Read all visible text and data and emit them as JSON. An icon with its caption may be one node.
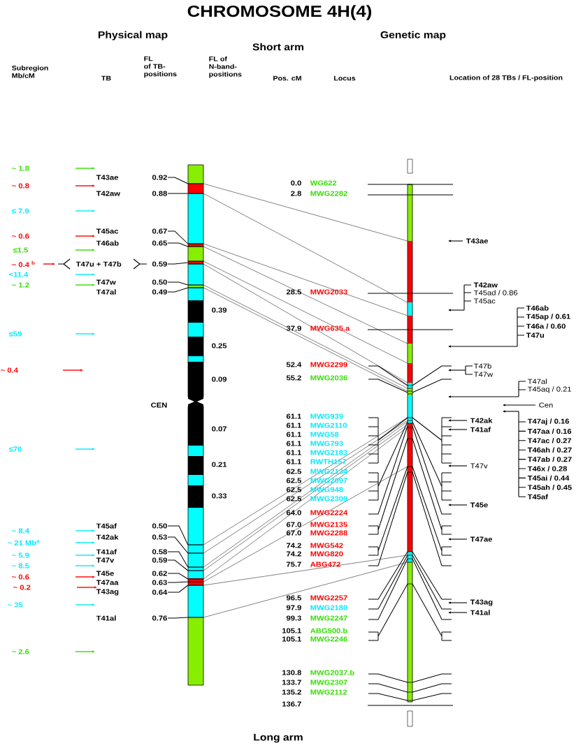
{
  "diagram": {
    "title": "CHROMOSOME 4H(4)",
    "nodes": [
      {
        "text": [],
        "shape": "bar"
      },
      {
        "text": [],
        "shape": "bar"
      },
      {
        "text": [
          "0.92"
        ]
      },
      {
        "text": [
          "0.88"
        ]
      },
      {
        "text": [
          "0.67"
        ]
      },
      {
        "text": [
          "0.65"
        ]
      },
      {
        "text": [
          "0.59"
        ]
      },
      {
        "text": [
          "0.50"
        ]
      },
      {
        "text": [
          "0.49"
        ]
      },
      {
        "text": [
          "0.50"
        ]
      },
      {
        "text": [
          "0.53"
        ]
      },
      {
        "text": [
          "0.58"
        ]
      },
      {
        "text": [
          "0.59"
        ]
      },
      {
        "text": [
          "0.62"
        ]
      },
      {
        "text": [
          "0.63"
        ]
      },
      {
        "text": [
          "0.64"
        ]
      },
      {
        "text": [
          "0.76"
        ]
      }
    ],
    "edges": [
      {
        "from": 0,
        "to": 1,
        "arrow": "none"
      },
      {
        "from": 0,
        "to": 1,
        "arrow": "none"
      },
      {
        "from": 0,
        "to": 1,
        "arrow": "none"
      },
      {
        "from": 0,
        "to": 1,
        "arrow": "none"
      },
      {
        "from": 0,
        "to": 1,
        "arrow": "none"
      },
      {
        "from": 0,
        "to": 1,
        "arrow": "none"
      },
      {
        "from": 0,
        "to": 1,
        "arrow": "none"
      },
      {
        "from": 0,
        "to": 1,
        "arrow": "none"
      },
      {
        "from": 0,
        "to": 1,
        "arrow": "none"
      },
      {
        "from": 0,
        "to": 1,
        "arrow": "none"
      },
      {
        "from": 0,
        "to": 1,
        "arrow": "none"
      },
      {
        "from": 0,
        "to": 1,
        "arrow": "none"
      },
      {
        "from": 0,
        "to": 1,
        "arrow": "none"
      },
      {
        "from": 0,
        "to": 1,
        "arrow": "none"
      },
      {
        "from": 0,
        "to": 1,
        "arrow": "none"
      },
      {
        "from": 0,
        "to": 1,
        "arrow": "none"
      },
      {
        "from": 2,
        "to": 0,
        "arrow": "none"
      },
      {
        "from": 3,
        "to": 0,
        "arrow": "none"
      },
      {
        "from": 4,
        "to": 0,
        "arrow": "none"
      },
      {
        "from": 5,
        "to": 0,
        "arrow": "none"
      },
      {
        "from": 6,
        "to": 0,
        "arrow": "none"
      },
      {
        "from": 7,
        "to": 0,
        "arrow": "none"
      },
      {
        "from": 8,
        "to": 0,
        "arrow": "none"
      },
      {
        "from": 9,
        "to": 0,
        "arrow": "none"
      },
      {
        "from": 10,
        "to": 0,
        "arrow": "none"
      },
      {
        "from": 11,
        "to": 0,
        "arrow": "none"
      },
      {
        "from": 12,
        "to": 0,
        "arrow": "none"
      },
      {
        "from": 13,
        "to": 0,
        "arrow": "none"
      },
      {
        "from": 14,
        "to": 0,
        "arrow": "none"
      },
      {
        "from": 15,
        "to": 0,
        "arrow": "none"
      },
      {
        "from": 16,
        "to": 0,
        "arrow": "none"
      }
    ],
    "labels": [
      "Physical map",
      "Genetic map",
      "Short arm",
      "Subregion Mb/cM",
      "TB",
      "FL of TB-positions",
      "FL of N-band-positions",
      "Pos. cM",
      "Locus",
      "Location of 28 TBs / FL-position",
      "Long arm",
      "~ 1.8",
      "~ 0.8",
      "≤ 7.9",
      "~ 0.6",
      "≤1.5",
      "~ 0.4 $^{b}$",
      "<11.4",
      "~ 1.2",
      "≤59",
      "~ 0.4",
      "≤70",
      "~ 8.4",
      "~ 21 Mb$^{a}$",
      "~ 5.9",
      "~ 8.5",
      "~ 0.6",
      "~ 0.2",
      "~ 35",
      "~ 2.6",
      "T43ae",
      "T42aw",
      "T45ac",
      "T46ab",
      "T47u + T47b",
      "T47w",
      "T47al",
      "T45af",
      "T42ak",
      "T41af",
      "T47v",
      "T45e",
      "T47aa",
      "T43ag",
      "T41al",
      "0.39",
      "0.25",
      "0.09",
      "CEN",
      "0.07",
      "0.21",
      "0.33",
      "0.0",
      "WG622",
      "2.8",
      "MWG2282",
      "28.5",
      "MWG2033",
      "37.9",
      "MWG635.a",
      "52.4",
      "MWG2299",
      "55.2",
      "MWG2036",
      "61.1",
      "MWG939",
      "61.1",
      "MWG2110",
      "61.1",
      "MWG58",
      "61.1",
      "MWG793",
      "61.1",
      "MWG2183",
      "61.1",
      "RWTH157",
      "62.5",
      "MWG2134",
      "62.5",
      "MWG2097",
      "62.5",
      "MWG948",
      "62.5",
      "MWG2309",
      "64.0",
      "MWG2224",
      "67.0",
      "MWG2135",
      "67.0",
      "MWG2288",
      "74.2",
      "MWG542",
      "74.2",
      "MWG820",
      "75.7",
      "ABG472",
      "96.5",
      "MWG2257",
      "97.9",
      "MWG2180",
      "99.3",
      "MWG2247",
      "105.1",
      "ABG500.b",
      "105.1",
      "MWG2246",
      "130.8",
      "MWG2037.b",
      "133.7",
      "MWG2307",
      "135.2",
      "MWG2112",
      "136.7",
      "T43ae",
      "T42aw",
      "T45ad / 0.86",
      "T45ac",
      "T46ab",
      "T45ap / 0.61",
      "T46a / 0.60",
      "T47u",
      "T47b",
      "T47w",
      "T47al",
      "T45aq / 0.21",
      "Cen",
      "T42ak",
      "T41af",
      "T47aj / 0.16",
      "T47aa / 0.16",
      "T47ac / 0.27",
      "T46ah / 0.27",
      "T47ab / 0.27",
      "T46x / 0.28",
      "T45ai / 0.44",
      "T45ah / 0.45",
      "T45af",
      "T47v",
      "T45e",
      "T47ae",
      "T43ag",
      "T41al"
    ]
  }
}
